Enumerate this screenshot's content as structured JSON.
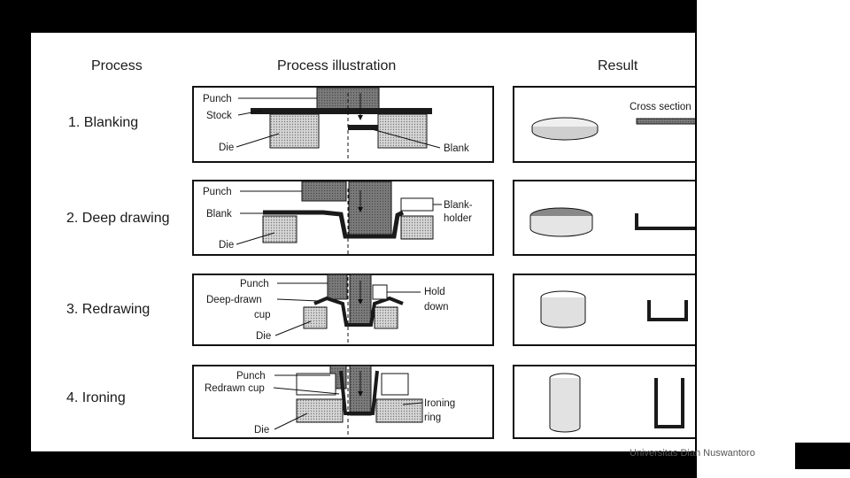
{
  "headers": {
    "process": "Process",
    "illustration": "Process illustration",
    "result": "Result"
  },
  "rows": [
    {
      "step": "1. Blanking",
      "labels": {
        "punch": "Punch",
        "stock": "Stock",
        "die": "Die",
        "blank": "Blank"
      },
      "result_label": "Cross section"
    },
    {
      "step": "2. Deep drawing",
      "labels": {
        "punch": "Punch",
        "blank": "Blank",
        "die": "Die",
        "holder1": "Blank-",
        "holder2": "holder"
      }
    },
    {
      "step": "3. Redrawing",
      "labels": {
        "punch": "Punch",
        "cup1": "Deep-drawn",
        "cup2": "cup",
        "die": "Die",
        "hold1": "Hold",
        "hold2": "down"
      }
    },
    {
      "step": "4. Ironing",
      "labels": {
        "punch": "Punch",
        "cup": "Redrawn cup",
        "die": "Die",
        "ring1": "Ironing",
        "ring2": "ring"
      }
    }
  ],
  "footer": "Universitas Dian Nuswantoro",
  "colors": {
    "frame": "#000000",
    "metal": "#6e6e6e",
    "die": "#c8c8c8"
  }
}
